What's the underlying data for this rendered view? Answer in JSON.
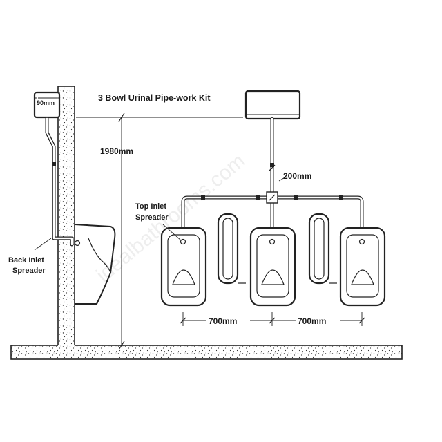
{
  "diagram": {
    "title": "3 Bowl Urinal Pipe-work Kit",
    "height_dim": "1980mm",
    "cistern_dim": "90mm",
    "spacing_dim": "200mm",
    "bowl_gap_left": "700mm",
    "bowl_gap_right": "700mm",
    "top_inlet_line1": "Top Inlet",
    "top_inlet_line2": "Spreader",
    "back_inlet_line1": "Back Inlet",
    "back_inlet_line2": "Spreader",
    "watermark": "idealbathrooms.com"
  }
}
